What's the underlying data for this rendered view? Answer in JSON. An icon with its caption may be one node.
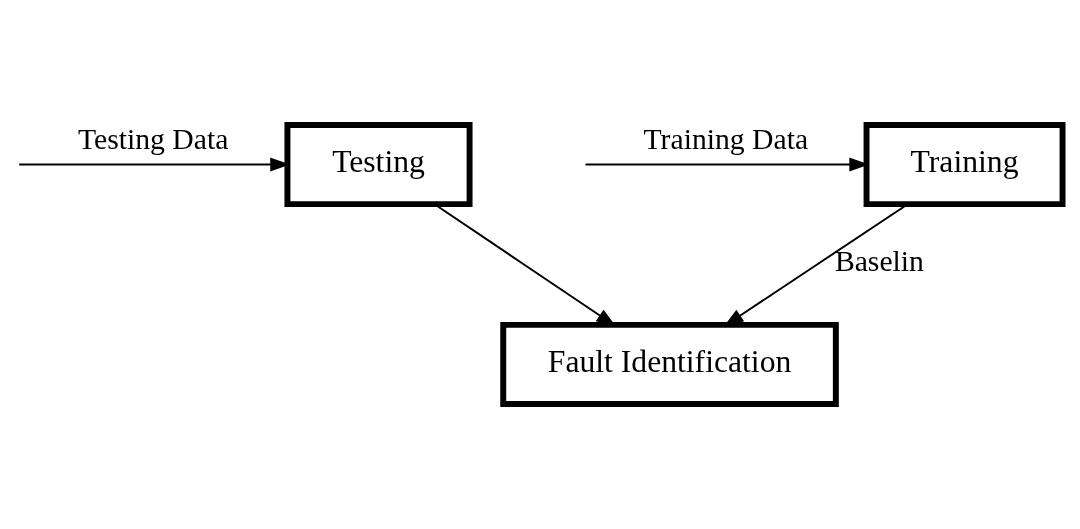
{
  "diagram": {
    "nodes": [
      {
        "text": [
          "Training"
        ]
      },
      {
        "text": [
          "Testing"
        ]
      },
      {
        "text": [
          "Fault Identification"
        ]
      }
    ],
    "edges": [
      {
        "from": null,
        "to": 0,
        "arrow": "to",
        "label": "Training Data"
      },
      {
        "from": null,
        "to": 1,
        "arrow": "to",
        "label": "Testing Data"
      },
      {
        "from": 0,
        "to": 2,
        "arrow": "to",
        "label": "Baselin"
      },
      {
        "from": 1,
        "to": 2,
        "arrow": "to"
      }
    ]
  }
}
